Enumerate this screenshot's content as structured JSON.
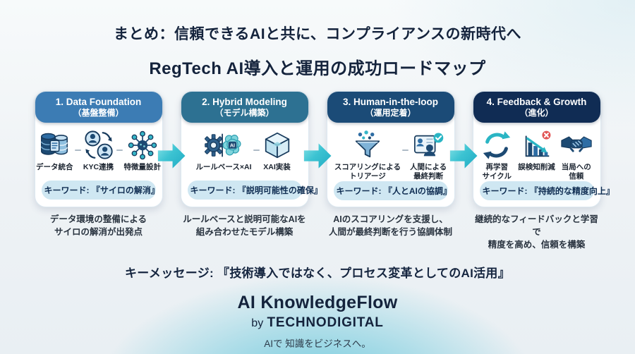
{
  "title": "まとめ：信頼できるAIと共に、コンプライアンスの新時代へ",
  "subtitle": "RegTech AI導入と運用の成功ロードマップ",
  "colors": {
    "arrow_gradient": "linear-gradient(135deg,#8ce4e8 0%,#3cc3d2 45%,#1fa9c2 100%)",
    "keyword_bg": "#cfe7f2",
    "stage1_header": "#3c7cb4",
    "stage2_header": "#2d7192",
    "stage3_header": "#1b4b77",
    "stage4_header": "#102c54"
  },
  "stages": [
    {
      "header_en": "1. Data Foundation",
      "header_ja": "（基盤整備）",
      "header_color": "#3c7cb4",
      "items": [
        {
          "icon": "database-icon",
          "label": "データ統合"
        },
        {
          "icon": "kyc-icon",
          "label": "KYC連携"
        },
        {
          "icon": "network-icon",
          "label": "特徴量設計"
        }
      ],
      "keyword": "キーワード: 『サイロの解消』",
      "caption": "データ環境の整備による\nサイロの解消が出発点"
    },
    {
      "header_en": "2. Hybrid Modeling",
      "header_ja": "（モデル構築）",
      "header_color": "#2d7192",
      "items": [
        {
          "icon": "gear-brain-icon",
          "label": "ルールベース×AI",
          "icon_text": "AI"
        },
        {
          "icon": "cube-icon",
          "label": "XAI実装"
        }
      ],
      "keyword": "キーワード: 『説明可能性の確保』",
      "caption": "ルールベースと説明可能なAIを\n組み合わせたモデル構築"
    },
    {
      "header_en": "3. Human-in-the-loop",
      "header_ja": "（運用定着）",
      "header_color": "#1b4b77",
      "items": [
        {
          "icon": "funnel-icon",
          "label": "スコアリングによる\nトリアージ"
        },
        {
          "icon": "human-review-icon",
          "label": "人間による\n最終判断"
        }
      ],
      "keyword": "キーワード: 『人とAIの協調』",
      "caption": "AIのスコアリングを支援し、\n人間が最終判断を行う協調体制"
    },
    {
      "header_en": "4. Feedback & Growth",
      "header_ja": "（進化）",
      "header_color": "#102c54",
      "items": [
        {
          "icon": "retrain-cycle-icon",
          "label": "再学習\nサイクル"
        },
        {
          "icon": "false-positive-chart-icon",
          "label": "誤検知削減"
        },
        {
          "icon": "handshake-icon",
          "label": "当局への\n信頼"
        }
      ],
      "keyword": "キーワード: 『持続的な精度向上』",
      "caption": "継続的なフィードバックと学習で\n精度を高め、信頼を構築"
    }
  ],
  "key_message": "キーメッセージ: 『技術導入ではなく、プロセス変革としてのAI活用』",
  "footer": {
    "brand": "AI KnowledgeFlow",
    "by_prefix": "by",
    "company": "TECHNODIGITAL",
    "tagline": "AIで 知識をビジネスへ。"
  }
}
